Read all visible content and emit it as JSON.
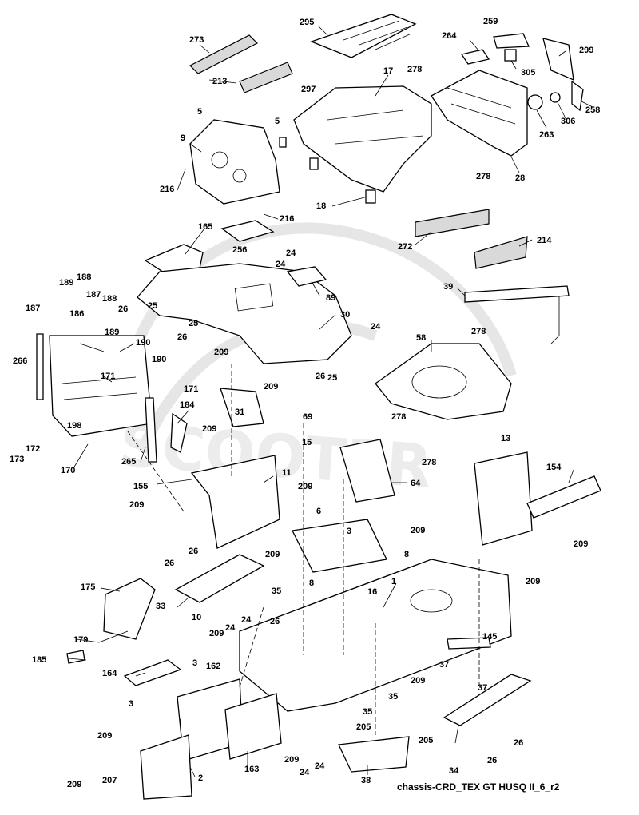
{
  "caption": "chassis-CRD_TEX GT HUSQ II_6_r2",
  "watermark": {
    "text": "SCOOTER"
  },
  "part_labels": {
    "p295": "295",
    "p273": "273",
    "p213": "213",
    "p297": "297",
    "p17": "17",
    "p264": "264",
    "p259": "259",
    "p299": "299",
    "p305": "305",
    "p278a": "278",
    "p258": "258",
    "p306": "306",
    "p263": "263",
    "p28": "28",
    "p278b": "278",
    "p5a": "5",
    "p5b": "5",
    "p9": "9",
    "p216a": "216",
    "p216b": "216",
    "p18": "18",
    "p272": "272",
    "p214": "214",
    "p165": "165",
    "p256": "256",
    "p24a": "24",
    "p24b": "24",
    "p89": "89",
    "p30": "30",
    "p24c": "24",
    "p39": "39",
    "p278c": "278",
    "p189a": "189",
    "p188a": "188",
    "p187a": "187",
    "p188b": "188",
    "p187b": "187",
    "p186": "186",
    "p189b": "189",
    "p26a": "26",
    "p25a": "25",
    "p25b": "25",
    "p26b": "26",
    "p190a": "190",
    "p190b": "190",
    "p266": "266",
    "p171a": "171",
    "p171b": "171",
    "p209a": "209",
    "p58": "58",
    "p26c": "26",
    "p25c": "25",
    "p209b": "209",
    "p69": "69",
    "p31": "31",
    "p278d": "278",
    "p278e": "278",
    "p184": "184",
    "p198": "198",
    "p172": "172",
    "p173": "173",
    "p170": "170",
    "p265": "265",
    "p209c": "209",
    "p15": "15",
    "p13": "13",
    "p155": "155",
    "p11": "11",
    "p64": "64",
    "p154": "154",
    "p209d": "209",
    "p209e": "209",
    "p6": "6",
    "p3a": "3",
    "p209f": "209",
    "p209g": "209",
    "p8a": "8",
    "p8b": "8",
    "p26d": "26",
    "p209h": "209",
    "p16": "16",
    "p1": "1",
    "p175": "175",
    "p33": "33",
    "p35a": "35",
    "p10": "10",
    "p209i": "209",
    "p24d": "24",
    "p24e": "24",
    "p26e": "26",
    "p145": "145",
    "p37a": "37",
    "p37b": "37",
    "p179": "179",
    "p185": "185",
    "p164": "164",
    "p3b": "3",
    "p162": "162",
    "p3c": "3",
    "p209j": "209",
    "p35b": "35",
    "p35c": "35",
    "p205a": "205",
    "p205b": "205",
    "p209k": "209",
    "p163": "163",
    "p209l": "209",
    "p24f": "24",
    "p24g": "24",
    "p38": "38",
    "p34": "34",
    "p26f": "26",
    "p26g": "26",
    "p209m": "209",
    "p207": "207",
    "p2": "2",
    "p209n": "209"
  }
}
